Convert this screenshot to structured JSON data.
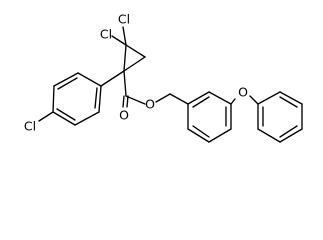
{
  "molecule": {
    "atoms": {
      "cl_top_right": "Cl",
      "cl_top_left": "Cl",
      "cl_para": "Cl",
      "o_ester": "O",
      "o_carbonyl": "O",
      "o_ether": "O"
    }
  }
}
